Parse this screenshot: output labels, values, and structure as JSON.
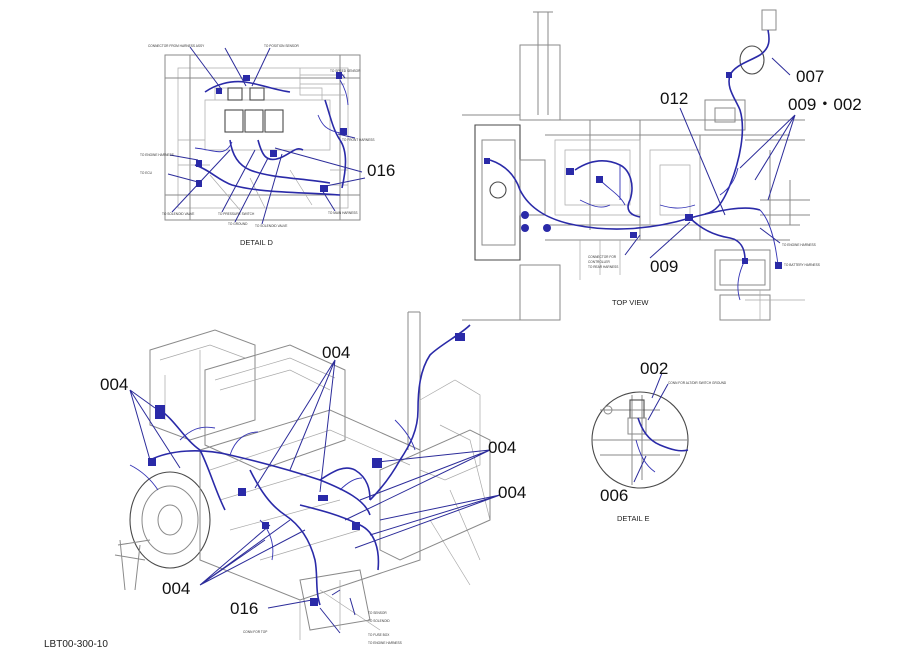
{
  "views": {
    "detail_d": "DETAIL D",
    "top_view": "TOP VIEW",
    "detail_e": "DETAIL E"
  },
  "callouts": {
    "detail_d_016": "016",
    "top_007": "007",
    "top_012": "012",
    "top_009_002": "009・002",
    "top_009": "009",
    "iso_004_upper_left": "004",
    "iso_004_upper_center": "004",
    "iso_004_right_upper": "004",
    "iso_004_right_lower": "004",
    "iso_004_bottom": "004",
    "iso_016": "016",
    "detail_e_002": "002",
    "detail_e_006": "006"
  },
  "drawing_code": "LBT00-300-10"
}
